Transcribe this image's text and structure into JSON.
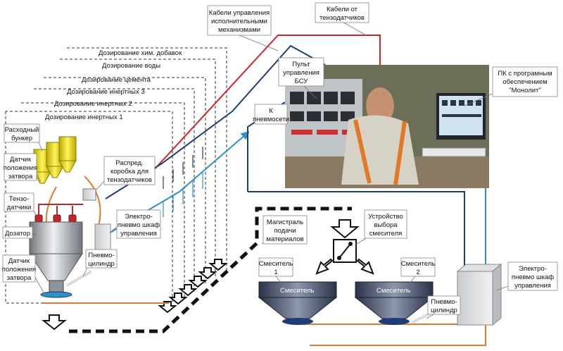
{
  "labels": {
    "cables_control": [
      "Кабели управления",
      "исполнительными",
      "механизмами"
    ],
    "cables_tenzo": [
      "Кабели от",
      "тензодатчиков"
    ],
    "dosing_chem": "Дозирование хим. добавок",
    "dosing_water": "Дозирование воды",
    "dosing_cement": "Дозирование цемента",
    "dosing_inert3": "Дозирование инертных 3",
    "dosing_inert2": "Дозирование инертных 2",
    "dosing_inert1": "Дозирование инертных 1",
    "control_panel": [
      "Пульт",
      "управления",
      "БСУ"
    ],
    "pc_software": [
      "ПК с програмным",
      "обеспечением",
      "\"Монолит\""
    ],
    "to_pneumo": [
      "К",
      "пневмосети"
    ],
    "hopper": [
      "Расходный",
      "бункер"
    ],
    "gate_sensor_top": [
      "Датчик",
      "положения",
      "затвора"
    ],
    "junction_box": [
      "Распред.",
      "коробка для",
      "тензодатчиков"
    ],
    "tenzo_sensors": [
      "Тензо-",
      "датчики"
    ],
    "pneumo_cabinet_left": [
      "Электро-",
      "пневмо шкаф",
      "управления"
    ],
    "dosator": "Дозатор",
    "pneumo_cyl_left": [
      "Пневмо-",
      "цилиндр"
    ],
    "gate_sensor_bottom": [
      "Датчик",
      "положения",
      "затвора"
    ],
    "material_main": [
      "Магистраль",
      "подачи",
      "материалов"
    ],
    "mixer_selector": [
      "Устройство",
      "выбора",
      "смесителя"
    ],
    "mixer1": [
      "Смеситель",
      "1"
    ],
    "mixer2": [
      "Смеситель",
      "2"
    ],
    "mixer_body": "Смеситель",
    "pneumo_cyl_right": [
      "Пневмо-",
      "цилиндр"
    ],
    "pneumo_cabinet_right": [
      "Электро-",
      "пневмо шкаф",
      "управления"
    ]
  },
  "colors": {
    "cable_red": "#d2232a",
    "cable_blue": "#1e3c78",
    "cable_cyan": "#2e8fc7",
    "cable_orange": "#e07a2a",
    "hopper_yellow": "#f2e21a",
    "mixer_steel": "#3a4660",
    "photo_bg": "#6b6f57"
  }
}
